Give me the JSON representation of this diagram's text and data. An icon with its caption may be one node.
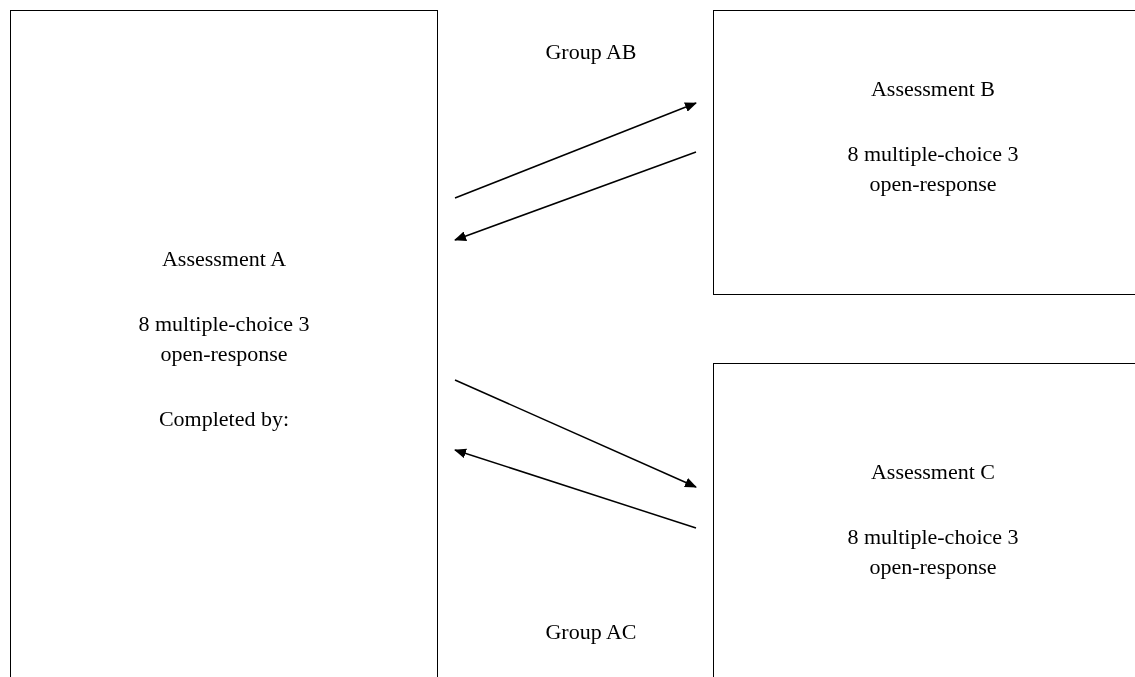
{
  "diagram": {
    "nodes": [
      {
        "text": [
          "Assessment A",
          "8 multiple-choice 3 open-response",
          "Completed by:"
        ]
      },
      {
        "text": [
          "Assessment B",
          "8 multiple-choice 3 open-response"
        ]
      },
      {
        "text": [
          "Assessment C",
          "8 multiple-choice 3 open-response"
        ]
      }
    ],
    "edges": [
      {
        "from": 0,
        "to": 1,
        "arrow": "to"
      },
      {
        "from": 1,
        "to": 0,
        "arrow": "to"
      },
      {
        "from": 0,
        "to": 2,
        "arrow": "to"
      },
      {
        "from": 2,
        "to": 0,
        "arrow": "to"
      }
    ],
    "labels": [
      "Group AB",
      "Group AC"
    ]
  }
}
